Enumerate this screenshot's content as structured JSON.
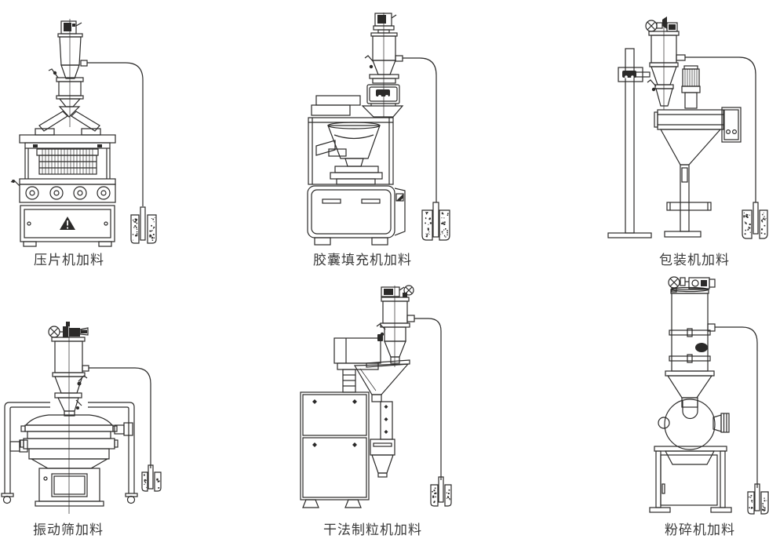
{
  "page": {
    "background": "#ffffff",
    "line_color": "#2b2a29",
    "text_color": "#3a3a3a"
  },
  "figures": [
    {
      "id": "tablet-press",
      "caption": "压片机加料"
    },
    {
      "id": "capsule-filler",
      "caption": "胶囊填充机加料"
    },
    {
      "id": "packing-machine",
      "caption": "包装机加料"
    },
    {
      "id": "vibrating-sieve",
      "caption": "振动筛加料"
    },
    {
      "id": "dry-granulator",
      "caption": "干法制粒机加料"
    },
    {
      "id": "pulverizer",
      "caption": "粉碎机加料"
    }
  ]
}
